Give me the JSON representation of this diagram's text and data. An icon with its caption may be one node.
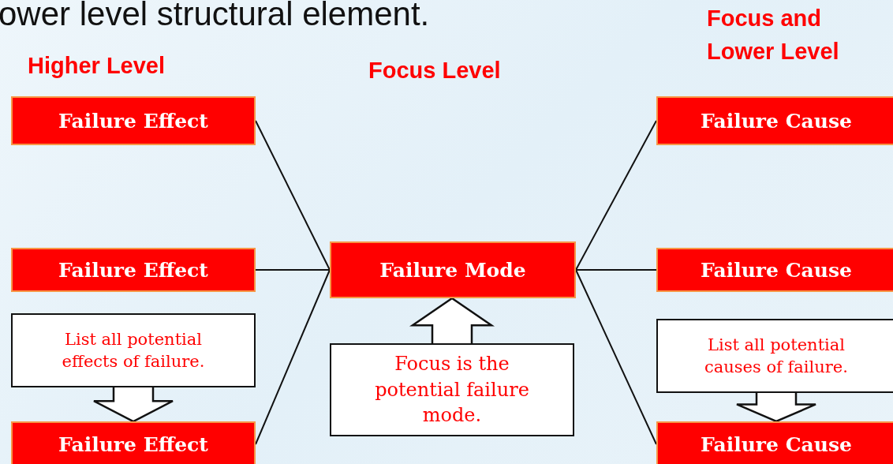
{
  "diagram": {
    "title": "ower level structural element.",
    "nodes": [
      {
        "text": [
          "Failure Effect"
        ]
      },
      {
        "text": [
          "Failure Effect"
        ]
      },
      {
        "text": [
          "List all potential effects of failure."
        ]
      },
      {
        "text": [
          "Failure Effect"
        ]
      },
      {
        "text": [
          "Failure Mode"
        ]
      },
      {
        "text": [
          "Focus is the potential failure mode."
        ]
      },
      {
        "text": [
          "Failure Cause"
        ]
      },
      {
        "text": [
          "Failure Cause"
        ]
      },
      {
        "text": [
          "List all potential causes of failure."
        ]
      },
      {
        "text": [
          "Failure Cause"
        ]
      }
    ],
    "edges": [
      {
        "from": 0,
        "to": 4,
        "arrow": "none"
      },
      {
        "from": 1,
        "to": 4,
        "arrow": "none"
      },
      {
        "from": 3,
        "to": 4,
        "arrow": "none"
      },
      {
        "from": 4,
        "to": 6,
        "arrow": "none"
      },
      {
        "from": 4,
        "to": 7,
        "arrow": "none"
      },
      {
        "from": 4,
        "to": 9,
        "arrow": "none"
      },
      {
        "from": 2,
        "to": 3,
        "arrow": "to",
        "style": "thick"
      },
      {
        "from": 5,
        "to": 4,
        "arrow": "to",
        "style": "thick"
      },
      {
        "from": 8,
        "to": 9,
        "arrow": "to",
        "style": "thick"
      }
    ],
    "labels": [
      "Higher Level",
      "Focus Level",
      "Focus and Lower Level"
    ]
  }
}
